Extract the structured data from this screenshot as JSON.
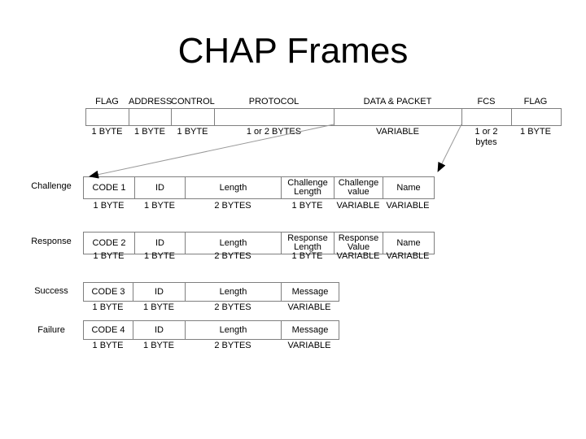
{
  "slide": {
    "title": "CHAP Frames"
  },
  "colors": {
    "background": "#ffffff",
    "box_border": "#7f7f7f",
    "text": "#000000",
    "connector_line": "#999999",
    "arrowhead": "#000000"
  },
  "ppp_frame": {
    "fields": [
      {
        "label": "FLAG",
        "size": "1 BYTE"
      },
      {
        "label": "ADDRESS",
        "size": "1 BYTE"
      },
      {
        "label": "CONTROL",
        "size": "1 BYTE"
      },
      {
        "label": "PROTOCOL",
        "size": "1 or 2 BYTES"
      },
      {
        "label": "DATA & PACKET",
        "size": "VARIABLE"
      },
      {
        "label": "FCS",
        "size": "1 or 2 bytes"
      },
      {
        "label": "FLAG",
        "size": "1 BYTE"
      }
    ]
  },
  "chap_packets": [
    {
      "name": "Challenge",
      "fields": [
        {
          "label": "CODE 1",
          "size": "1 BYTE"
        },
        {
          "label": "ID",
          "size": "1 BYTE"
        },
        {
          "label": "Length",
          "size": "2 BYTES"
        },
        {
          "label": "Challenge Length",
          "size": "1 BYTE"
        },
        {
          "label": "Challenge value",
          "size": "VARIABLE"
        },
        {
          "label": "Name",
          "size": "VARIABLE"
        }
      ]
    },
    {
      "name": "Response",
      "fields": [
        {
          "label": "CODE 2",
          "size": "1 BYTE"
        },
        {
          "label": "ID",
          "size": "1 BYTE"
        },
        {
          "label": "Length",
          "size": "2 BYTES"
        },
        {
          "label": "Response Length",
          "size": "1 BYTE"
        },
        {
          "label": "Response Value",
          "size": "VARIABLE"
        },
        {
          "label": "Name",
          "size": "VARIABLE"
        }
      ]
    },
    {
      "name": "Success",
      "fields": [
        {
          "label": "CODE 3",
          "size": "1 BYTE"
        },
        {
          "label": "ID",
          "size": "1 BYTE"
        },
        {
          "label": "Length",
          "size": "2 BYTES"
        },
        {
          "label": "Message",
          "size": "VARIABLE"
        }
      ]
    },
    {
      "name": "Failure",
      "fields": [
        {
          "label": "CODE 4",
          "size": "1 BYTE"
        },
        {
          "label": "ID",
          "size": "1 BYTE"
        },
        {
          "label": "Length",
          "size": "2 BYTES"
        },
        {
          "label": "Message",
          "size": "VARIABLE"
        }
      ]
    }
  ]
}
